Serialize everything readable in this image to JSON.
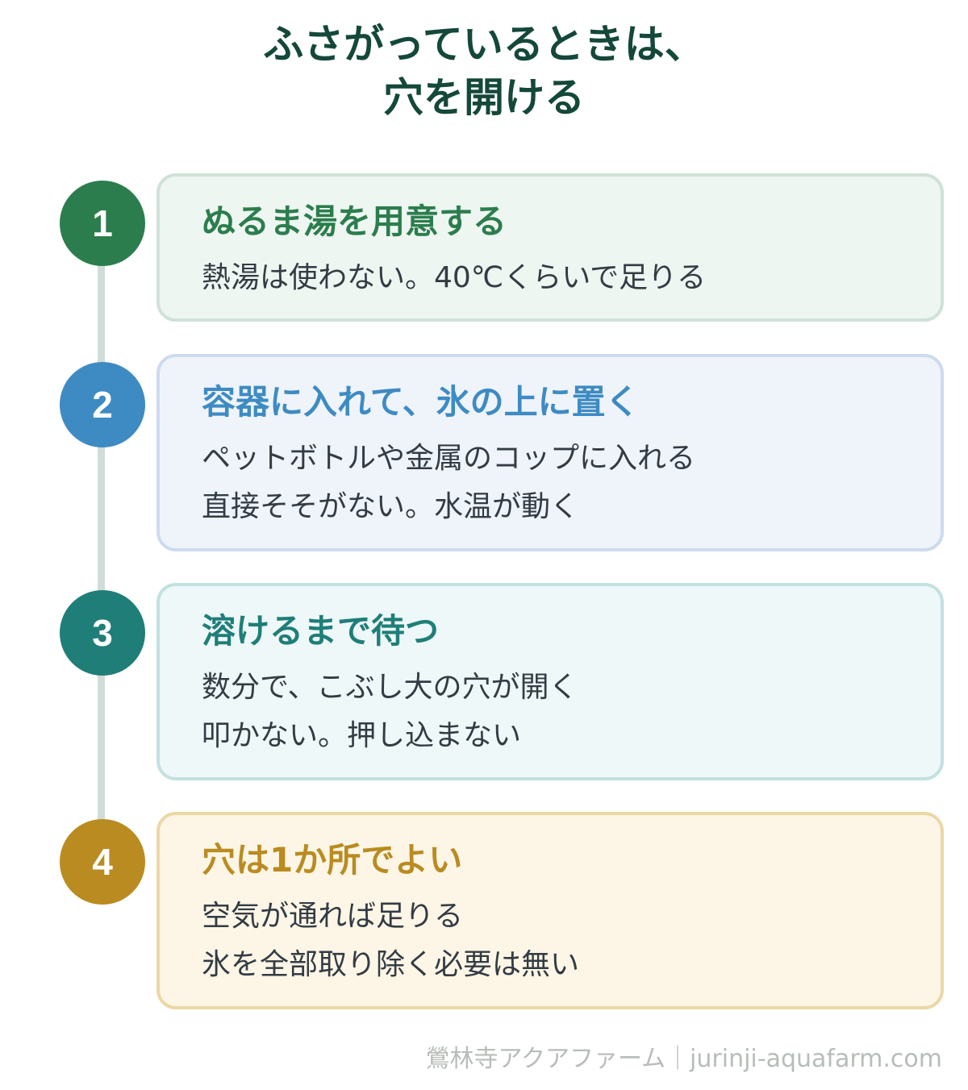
{
  "title": {
    "line1": "ふさがっているときは、",
    "line2": "穴を開ける"
  },
  "steps": [
    {
      "number": "1",
      "title": "ぬるま湯を用意する",
      "lines": [
        "熱湯は使わない。40℃くらいで足りる"
      ],
      "color": "#2c7d4d"
    },
    {
      "number": "2",
      "title": "容器に入れて、氷の上に置く",
      "lines": [
        "ペットボトルや金属のコップに入れる",
        "直接そそがない。水温が動く"
      ],
      "color": "#3e8bc3"
    },
    {
      "number": "3",
      "title": "溶けるまで待つ",
      "lines": [
        "数分で、こぶし大の穴が開く",
        "叩かない。押し込まない"
      ],
      "color": "#1f7e78"
    },
    {
      "number": "4",
      "title": "穴は1か所でよい",
      "lines": [
        "空気が通れば足りる",
        "氷を全部取り除く必要は無い"
      ],
      "color": "#b98b21"
    }
  ],
  "credit": "鶯林寺アクアファーム｜jurinji-aquafarm.com"
}
